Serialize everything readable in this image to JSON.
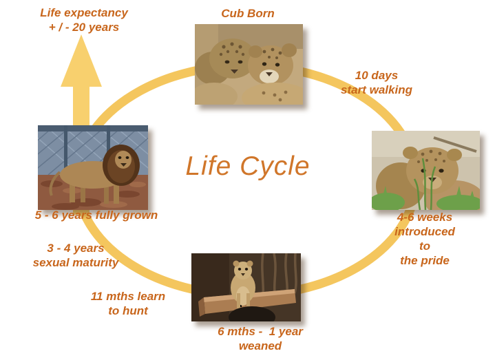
{
  "title": "Life Cycle",
  "labels": {
    "life_expectancy": "Life expectancy\n+ / - 20 years",
    "cub_born": "Cub Born",
    "ten_days": "10 days\nstart walking",
    "four_six_weeks": "4-6 weeks\nintroduced to\nthe pride",
    "five_six_years": "5 - 6 years fully grown",
    "three_four_years": "3 - 4 years\nsexual maturity",
    "eleven_months": "11 mths learn\nto hunt",
    "six_months": "6 mths -  1 year\nweaned"
  },
  "photos": {
    "cub_born": "two newborn lion cubs",
    "four_six_weeks": "young lion cub in grass",
    "adult_lion": "adult male lion by a fence",
    "six_months": "lion cub sitting on a log"
  },
  "colors": {
    "label_text": "#c8661c",
    "title_text": "#d0762a",
    "cycle_arc": "#f4c65e",
    "arrow": "#f8d06e"
  }
}
